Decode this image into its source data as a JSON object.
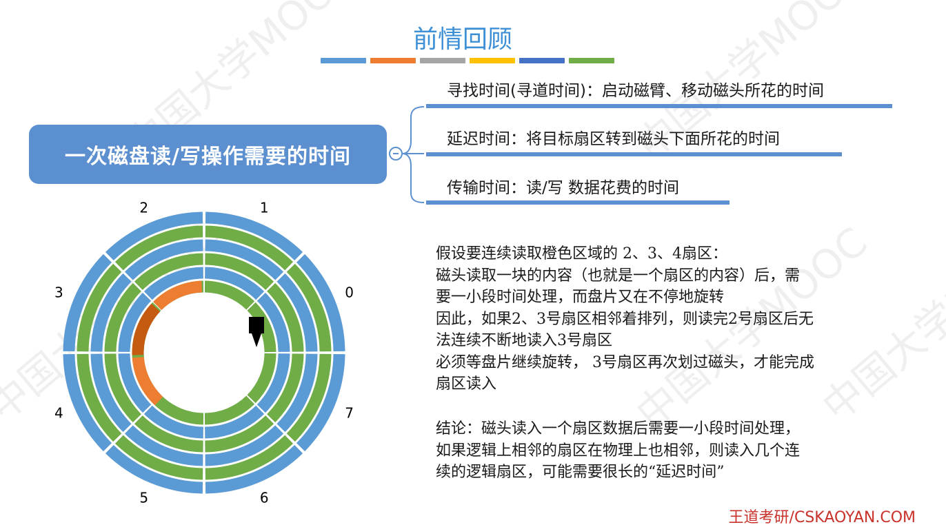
{
  "title": "前情回顾",
  "color_bar": [
    "#5b9bd5",
    "#ed7d31",
    "#a5a5a5",
    "#ffc000",
    "#4472c4",
    "#70ad47"
  ],
  "main_node": "一次磁盘读/写操作需要的时间",
  "branches": [
    {
      "text": "寻找时间(寻道时间)：启动磁臂、移动磁头所花的时间"
    },
    {
      "text": "延迟时间：将目标扇区转到磁头下面所花的时间"
    },
    {
      "text": "传输时间：读/写 数据花费的时间"
    }
  ],
  "disk": {
    "sector_labels": [
      "0",
      "1",
      "2",
      "3",
      "4",
      "5",
      "6",
      "7"
    ],
    "track_colors": [
      "#5b9bd5",
      "#70ad47"
    ],
    "highlight_color": "#ed7d31",
    "head_color": "#000000"
  },
  "description": {
    "lines": [
      "假设要连续读取橙色区域的 2、3、4扇区：",
      "磁头读取一块的内容（也就是一个扇区的内容）后，需",
      "要一小段时间处理，而盘片又在不停地旋转",
      "因此，如果2、3号扇区相邻着排列，则读完2号扇区后无",
      "法连续不断地读入3号扇区",
      "必须等盘片继续旋转， 3号扇区再次划过磁头，才能完成",
      "扇区读入"
    ],
    "conclusion": [
      "结论：磁头读入一个扇区数据后需要一小段时间处理，",
      "如果逻辑上相邻的扇区在物理上也相邻，则读入几个连",
      "续的逻辑扇区，可能需要很长的“延迟时间”"
    ]
  },
  "footer": "王道考研/CSKAOYAN.COM",
  "watermark": "中国大学MOOC"
}
